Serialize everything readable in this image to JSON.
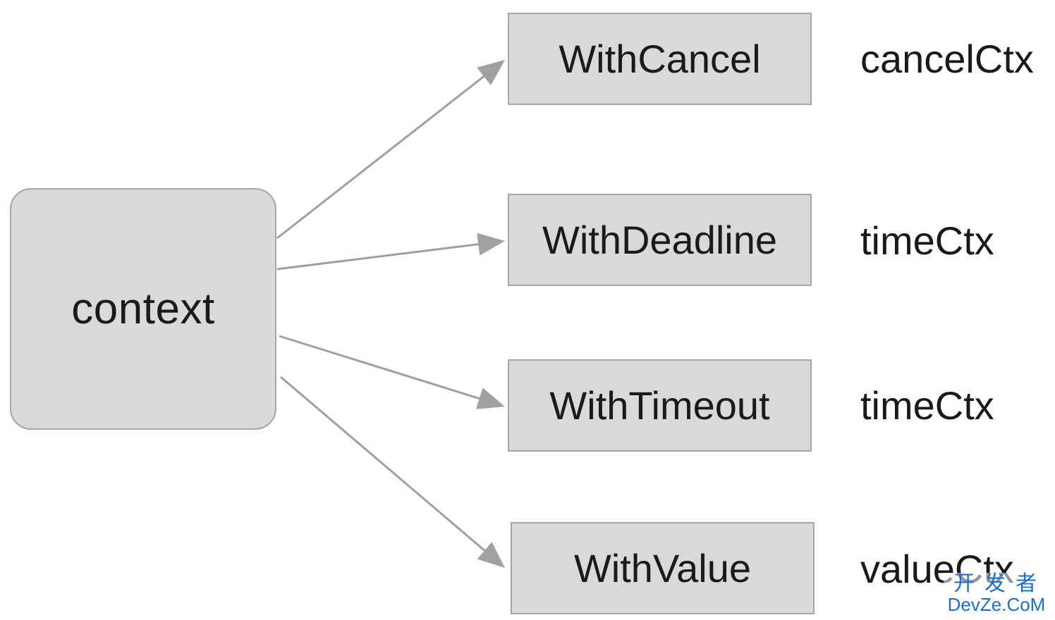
{
  "diagram": {
    "root": {
      "label": "context"
    },
    "branches": [
      {
        "func": "WithCancel",
        "ctx": "cancelCtx"
      },
      {
        "func": "WithDeadline",
        "ctx": "timeCtx"
      },
      {
        "func": "WithTimeout",
        "ctx": "timeCtx"
      },
      {
        "func": "WithValue",
        "ctx": "valueCtx"
      }
    ],
    "colors": {
      "node_fill": "#d9d9d9",
      "node_border": "#a6a6a6",
      "arrow": "#a0a0a0",
      "text": "#1a1a1a"
    }
  },
  "watermark": {
    "cn": "开发者",
    "en": "DevZe.CoM",
    "color": "#1b6fd0"
  }
}
